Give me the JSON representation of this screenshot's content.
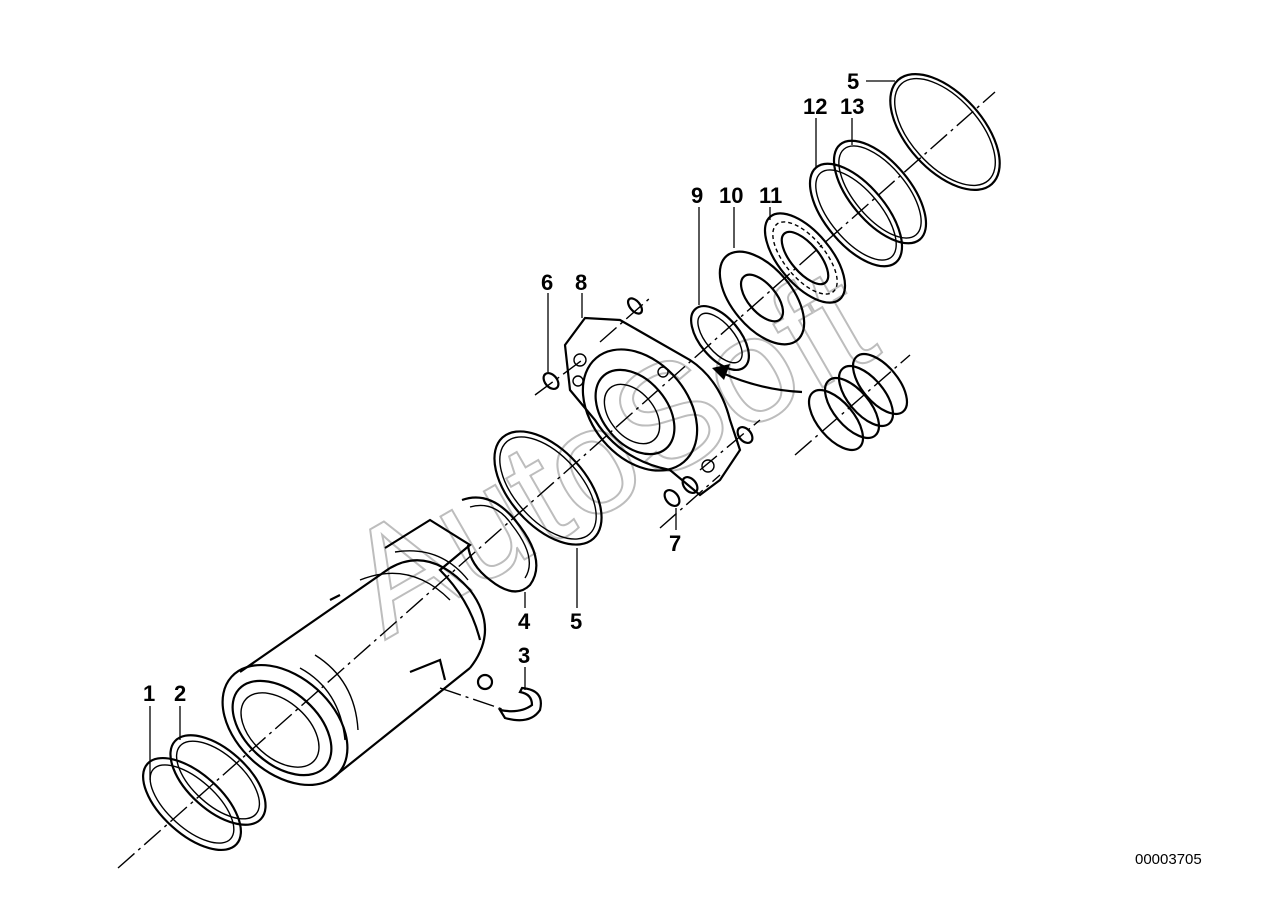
{
  "diagram": {
    "doc_number": "00003705",
    "watermark": "AutoSoft",
    "callouts": {
      "c1": "1",
      "c2": "2",
      "c3": "3",
      "c4": "4",
      "c5a": "5",
      "c5b": "5",
      "c6": "6",
      "c7": "7",
      "c8": "8",
      "c9": "9",
      "c10": "10",
      "c11": "11",
      "c12": "12",
      "c13": "13"
    }
  }
}
